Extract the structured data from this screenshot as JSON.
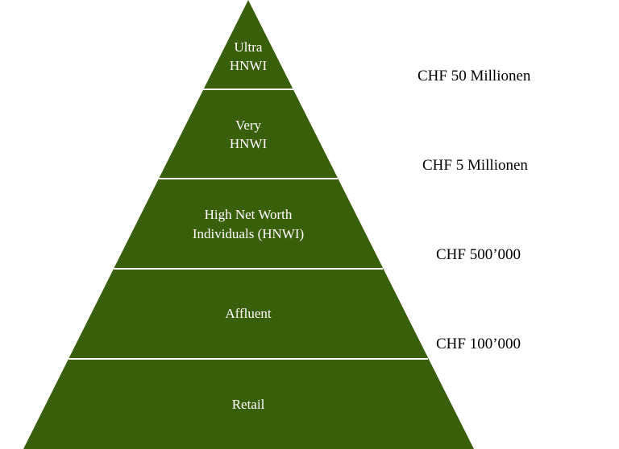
{
  "colors": {
    "tier_fill": "#3a5f0b",
    "divider": "#ffffff"
  },
  "tiers": [
    {
      "lines": [
        "Ultra",
        "HNWI"
      ]
    },
    {
      "lines": [
        "Very",
        "HNWI"
      ]
    },
    {
      "lines": [
        "High Net Worth",
        "Individuals (HNWI)"
      ]
    },
    {
      "lines": [
        "Affluent"
      ]
    },
    {
      "lines": [
        "Retail"
      ]
    }
  ],
  "thresholds": [
    "CHF 50 Millionen",
    "CHF 5 Millionen",
    "CHF 500’000",
    "CHF 100’000"
  ]
}
